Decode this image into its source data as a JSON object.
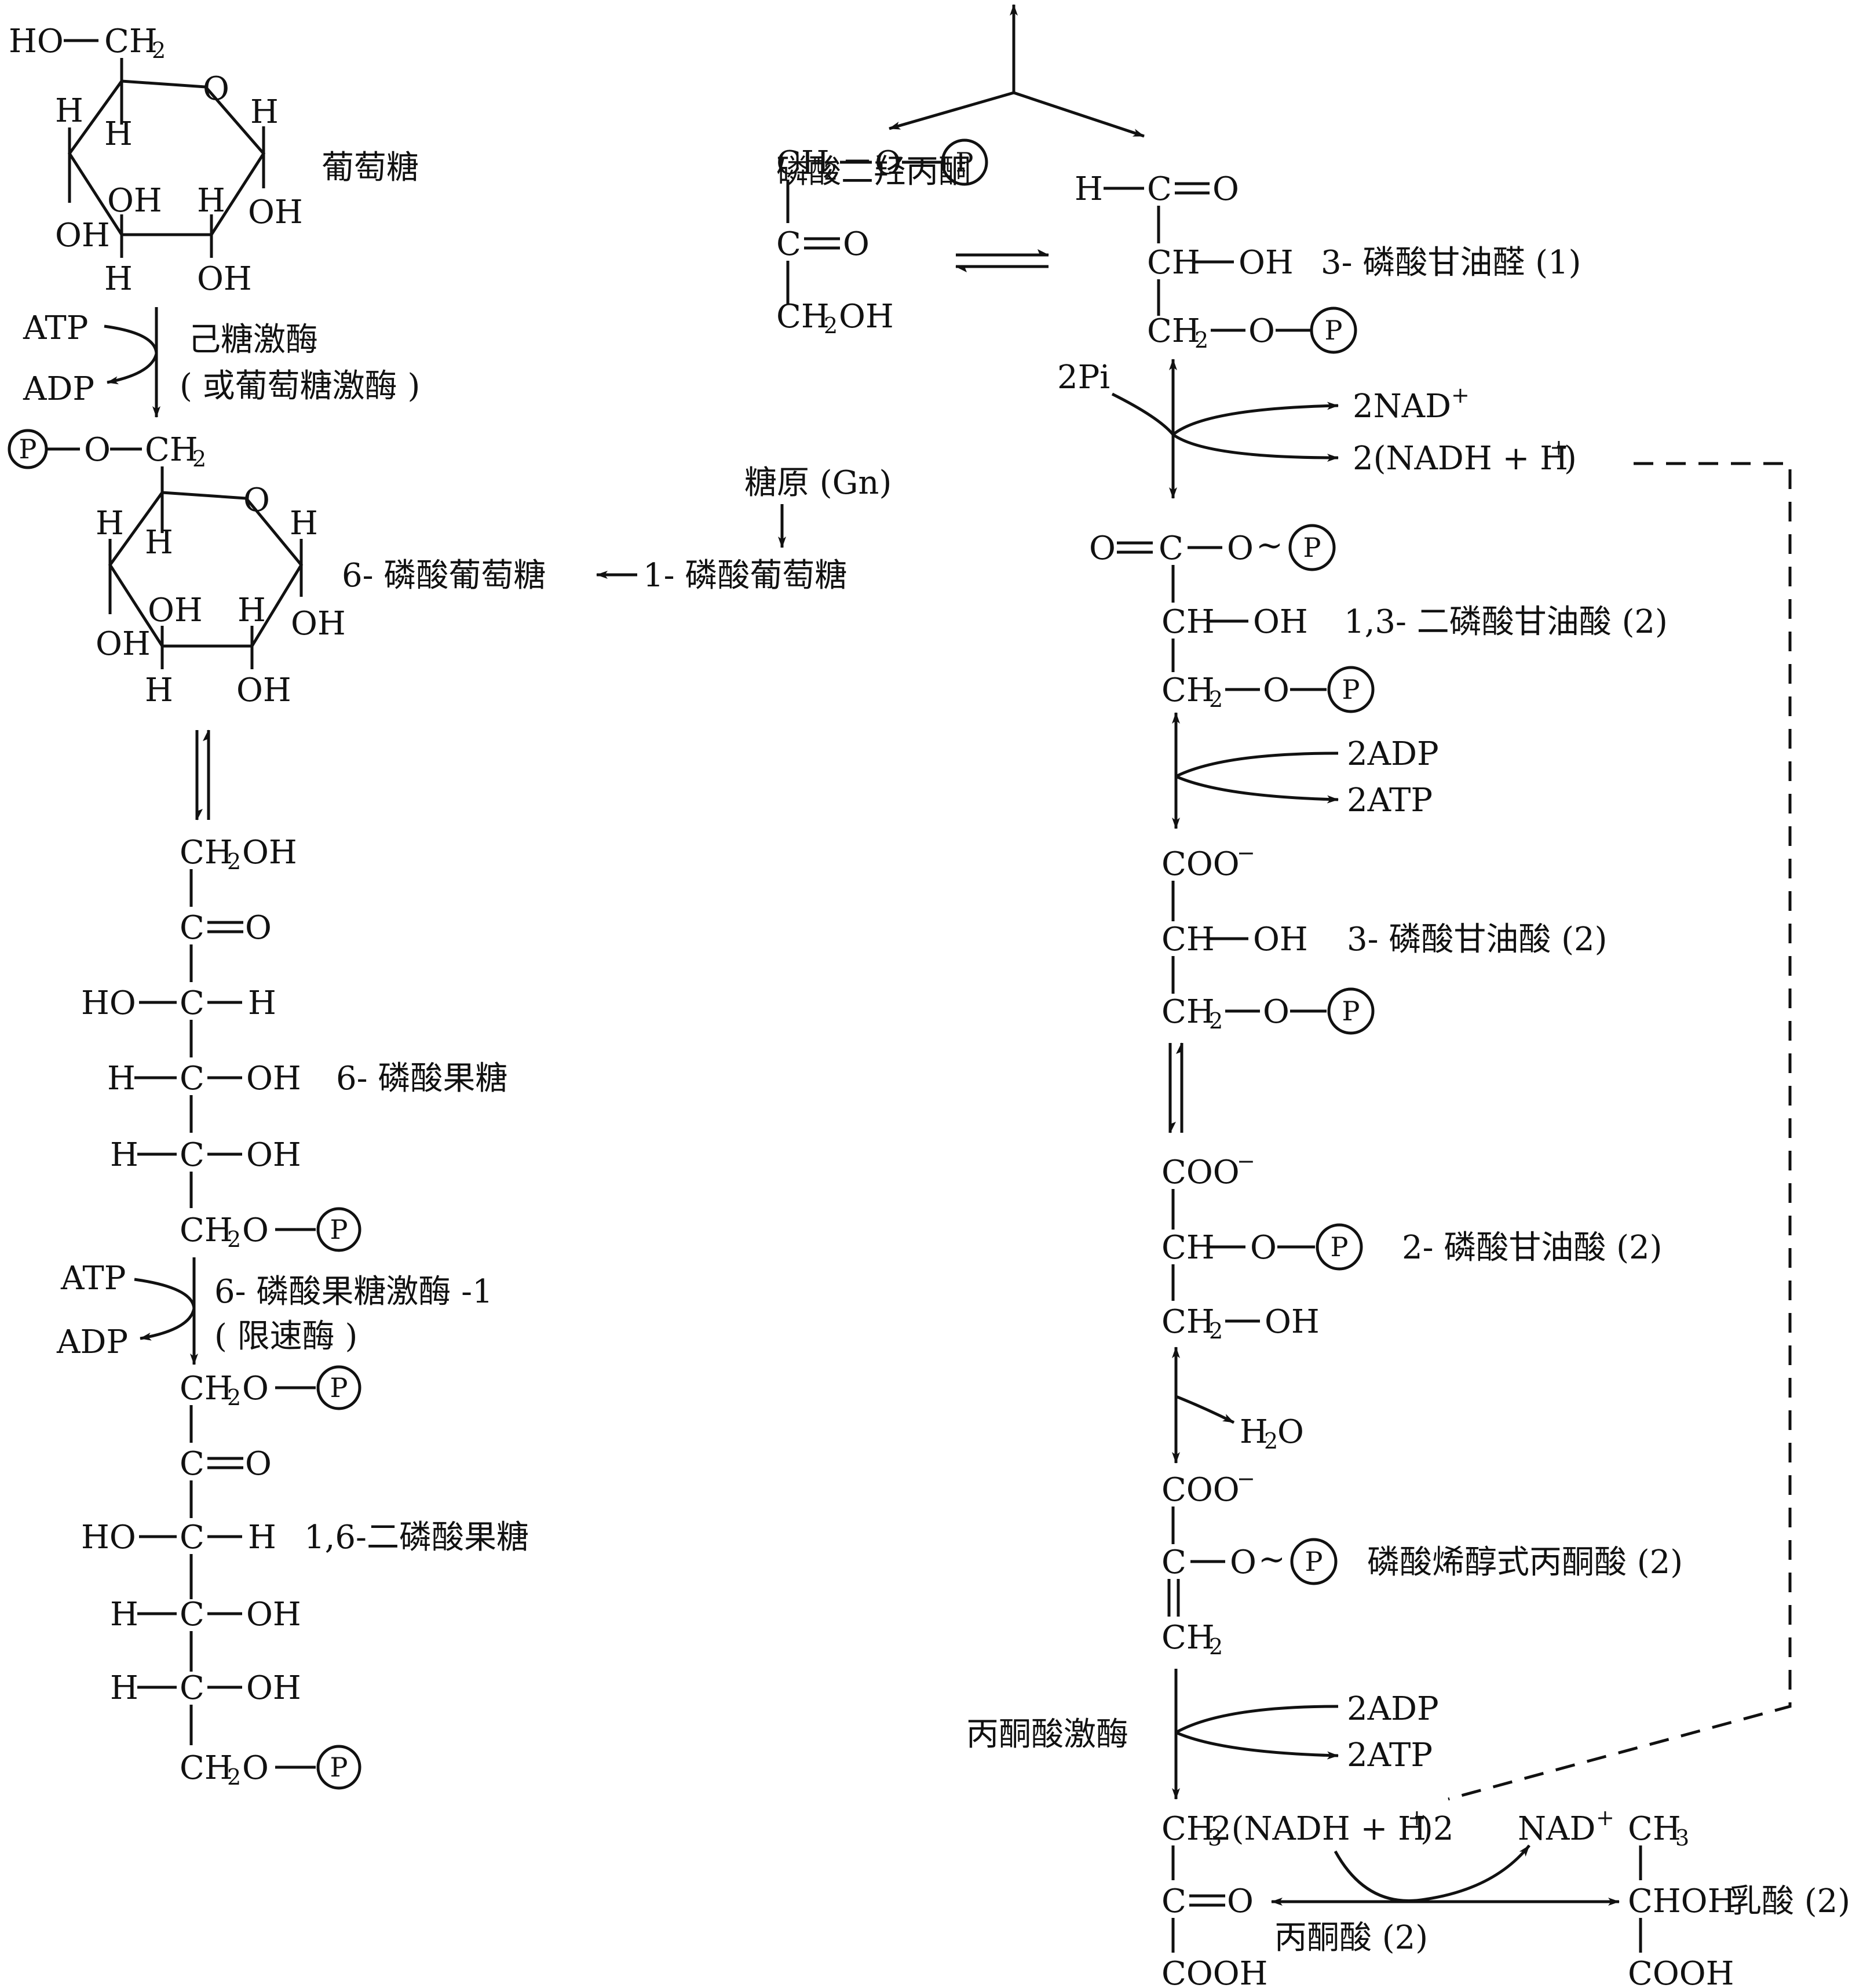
{
  "p": "P",
  "glc": {
    "top_ho": "HO",
    "top_ch": "CH",
    "top_sub": "2",
    "o": "O",
    "h1": "H",
    "h2": "H",
    "h3": "H",
    "h4": "H",
    "h5": "H",
    "oh1": "OH",
    "oh2": "OH",
    "oh3": "OH",
    "oh4": "OH",
    "name": "葡萄糖"
  },
  "hex": {
    "atp": "ATP",
    "adp": "ADP",
    "enzyme": "己糖激酶",
    "enzyme_alt": "( 或葡萄糖激酶 )"
  },
  "g6p": {
    "o_link": "O",
    "ch": "CH",
    "sub": "2",
    "o": "O",
    "h1": "H",
    "h2": "H",
    "h3": "H",
    "h4": "H",
    "h5": "H",
    "oh1": "OH",
    "oh2": "OH",
    "oh3": "OH",
    "oh4": "OH",
    "name": "6- 磷酸葡萄糖"
  },
  "glycogen": {
    "name": "糖原 (Gn)",
    "g1p": "1- 磷酸葡萄糖"
  },
  "f6p": {
    "r1a": "CH",
    "r1s": "2",
    "r1b": "OH",
    "r2": "C",
    "r2o": "O",
    "r3ho": "HO",
    "r3c": "C",
    "r3h": "H",
    "r4h": "H",
    "r4c": "C",
    "r4oh": "OH",
    "r5h": "H",
    "r5c": "C",
    "r5oh": "OH",
    "r6a": "CH",
    "r6s": "2",
    "r6b": "O",
    "name": "6- 磷酸果糖"
  },
  "pfk": {
    "atp": "ATP",
    "adp": "ADP",
    "enzyme": "6- 磷酸果糖激酶 -1",
    "note": "( 限速酶 )"
  },
  "fbp": {
    "r1a": "CH",
    "r1s": "2",
    "r1b": "O",
    "r2": "C",
    "r2o": "O",
    "r3ho": "HO",
    "r3c": "C",
    "r3h": "H",
    "r4h": "H",
    "r4c": "C",
    "r4oh": "OH",
    "r5h": "H",
    "r5c": "C",
    "r5oh": "OH",
    "r6a": "CH",
    "r6s": "2",
    "r6b": "O",
    "name": "1,6-二磷酸果糖"
  },
  "dhap": {
    "name": "磷酸二羟丙酮",
    "r1a": "CH",
    "r1s": "2",
    "r1b": "O",
    "r2c": "C",
    "r2o": "O",
    "r3a": "CH",
    "r3s": "2",
    "r3b": "OH"
  },
  "gap": {
    "h": "H",
    "c": "C",
    "o": "O",
    "ch": "CH",
    "oh": "OH",
    "r3a": "CH",
    "r3s": "2",
    "r3b": "O",
    "name": "3- 磷酸甘油醛 (1)"
  },
  "gapdh": {
    "pi": "2Pi",
    "nad": "2NAD",
    "nad_sup": "+",
    "nadh": "2(NADH + H",
    "nadh_sup": "+",
    "nadh_end": ")"
  },
  "bpg": {
    "o": "O",
    "c": "C",
    "o2": "O",
    "tilde": "~",
    "ch": "CH",
    "oh": "OH",
    "r3a": "CH",
    "r3s": "2",
    "r3b": "O",
    "name": "1,3- 二磷酸甘油酸 (2)"
  },
  "pgk": {
    "adp": "2ADP",
    "atp": "2ATP"
  },
  "pg3": {
    "coo": "COO",
    "coo_sup": "−",
    "ch": "CH",
    "oh": "OH",
    "r3a": "CH",
    "r3s": "2",
    "r3b": "O",
    "name": "3- 磷酸甘油酸 (2)"
  },
  "pg2": {
    "coo": "COO",
    "coo_sup": "−",
    "ch": "CH",
    "o": "O",
    "r3a": "CH",
    "r3s": "2",
    "r3b": "OH",
    "name": "2- 磷酸甘油酸 (2)"
  },
  "enolase": {
    "h2o_a": "H",
    "h2o_s": "2",
    "h2o_b": "O"
  },
  "pep": {
    "coo": "COO",
    "coo_sup": "−",
    "c": "C",
    "o": "O",
    "tilde": "~",
    "ch": "CH",
    "ch_sub": "2",
    "name": "磷酸烯醇式丙酮酸 (2)"
  },
  "pk": {
    "enzyme": "丙酮酸激酶",
    "adp": "2ADP",
    "atp": "2ATP"
  },
  "pyruvate": {
    "ch3": "CH",
    "ch3_sub": "3",
    "c": "C",
    "o": "O",
    "cooh": "COOH",
    "name": "丙酮酸 (2)"
  },
  "ldh": {
    "nadh_pre": "2(NADH + H",
    "nadh_sup": "+",
    "nadh_post": ")2",
    "nad": "NAD",
    "nad_sup": "+"
  },
  "lactate": {
    "ch3": "CH",
    "ch3_sub": "3",
    "choh": "CHOH",
    "cooh": "COOH",
    "name": "乳酸 (2)"
  }
}
